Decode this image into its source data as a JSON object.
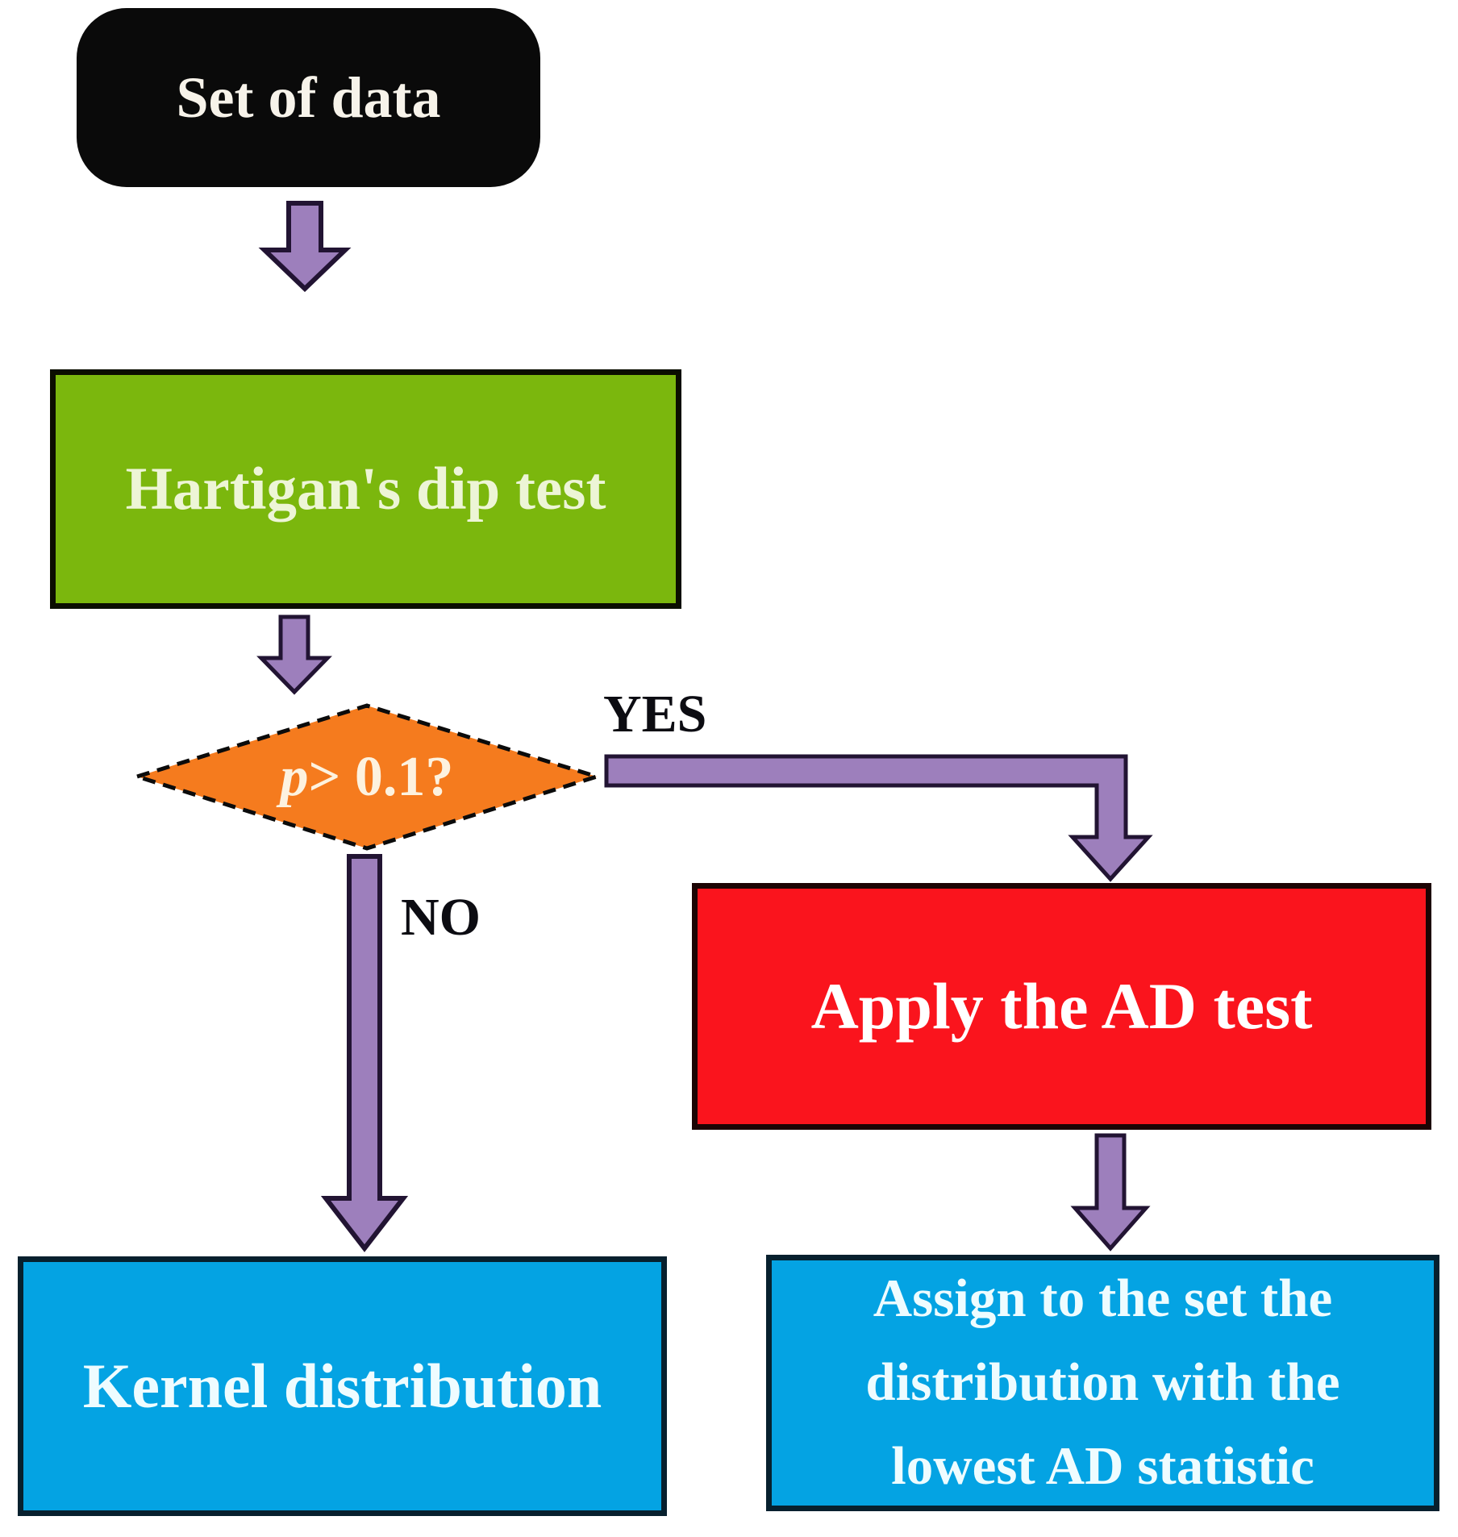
{
  "colors": {
    "bg": "#ffffff",
    "node-start": "#0a0a0a",
    "node-dip": "#7bb70d",
    "node-decision": "#f57b1e",
    "node-ad": "#fa141d",
    "node-result": "#04a3e3",
    "arrow": "#9d7fbc",
    "arrow-outline": "#221433",
    "label-dark": "#0c0c12"
  },
  "flowchart": {
    "nodes": {
      "start": {
        "label": "Set of data"
      },
      "dip_test": {
        "label": "Hartigan's dip test"
      },
      "decision": {
        "label_var": "p",
        "label_cond": " > 0.1?"
      },
      "ad_test": {
        "label": "Apply the AD test"
      },
      "kernel": {
        "label": "Kernel distribution"
      },
      "assign": {
        "lines": [
          "Assign to the set the",
          "distribution with the",
          "lowest AD statistic"
        ]
      }
    },
    "edges": {
      "yes": {
        "label": "YES"
      },
      "no": {
        "label": "NO"
      }
    }
  }
}
